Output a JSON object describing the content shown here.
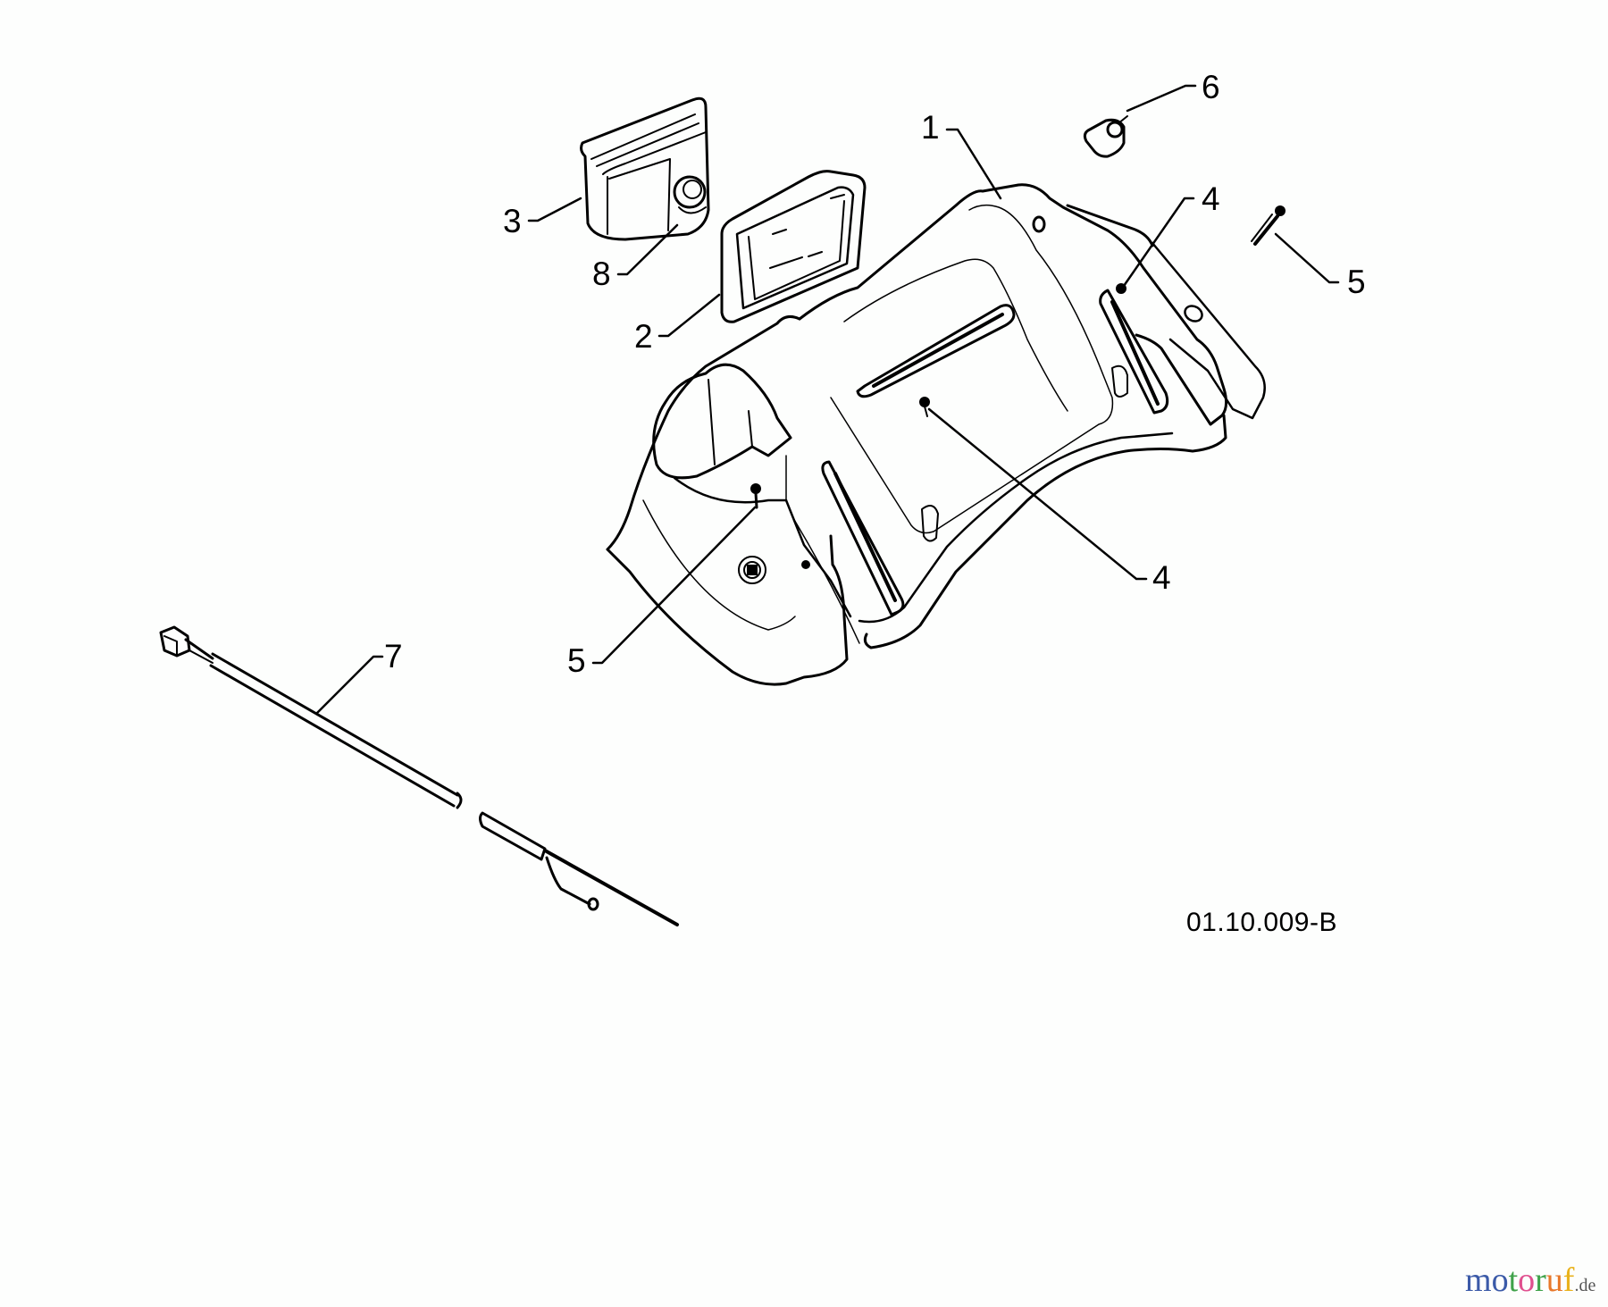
{
  "diagram": {
    "code": "01.10.009-B",
    "callouts": [
      {
        "id": "c1",
        "label": "1",
        "part": "hood"
      },
      {
        "id": "c2",
        "label": "2",
        "part": "lamp-frame"
      },
      {
        "id": "c3",
        "label": "3",
        "part": "headlamp"
      },
      {
        "id": "c4a",
        "label": "4",
        "part": "screw-upper"
      },
      {
        "id": "c4b",
        "label": "4",
        "part": "screw-lower"
      },
      {
        "id": "c5a",
        "label": "5",
        "part": "pin-right"
      },
      {
        "id": "c5b",
        "label": "5",
        "part": "pin-left"
      },
      {
        "id": "c6",
        "label": "6",
        "part": "knob"
      },
      {
        "id": "c7",
        "label": "7",
        "part": "cable"
      },
      {
        "id": "c8",
        "label": "8",
        "part": "bulb"
      }
    ]
  },
  "watermark": {
    "letters": [
      {
        "char": "m",
        "color": "#3b5aa8"
      },
      {
        "char": "o",
        "color": "#3b5aa8"
      },
      {
        "char": "t",
        "color": "#3fa24a"
      },
      {
        "char": "o",
        "color": "#e0508f"
      },
      {
        "char": "r",
        "color": "#3fa24a"
      },
      {
        "char": "u",
        "color": "#e8782a"
      },
      {
        "char": "f",
        "color": "#e9b21c"
      }
    ],
    "tld": ".de",
    "colors": {
      "tld": "#555555"
    }
  }
}
